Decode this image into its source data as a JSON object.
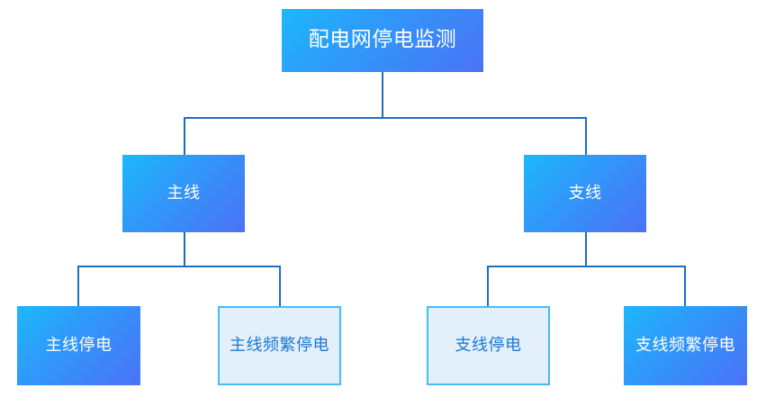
{
  "diagram": {
    "title": "配电网停电监测",
    "type": "tree",
    "background": "#ffffff",
    "connector_color": "#1b6ec8",
    "styles": {
      "filled_gradient_from": "#1db8fb",
      "filled_gradient_to": "#4b72f6",
      "filled_text_color": "#ffffff",
      "outlined_fill": "#e3effa",
      "outlined_border": "#45bdf4",
      "outlined_text_color": "#1a7ad2"
    },
    "root": {
      "label": "配电网停电监测",
      "style": "filled"
    },
    "level2": [
      {
        "label": "主线",
        "style": "filled"
      },
      {
        "label": "支线",
        "style": "filled"
      }
    ],
    "level3": [
      {
        "label": "主线停电",
        "style": "filled",
        "parent": "主线"
      },
      {
        "label": "主线频繁停电",
        "style": "outlined",
        "parent": "主线"
      },
      {
        "label": "支线停电",
        "style": "outlined",
        "parent": "支线"
      },
      {
        "label": "支线频繁停电",
        "style": "filled",
        "parent": "支线"
      }
    ]
  }
}
